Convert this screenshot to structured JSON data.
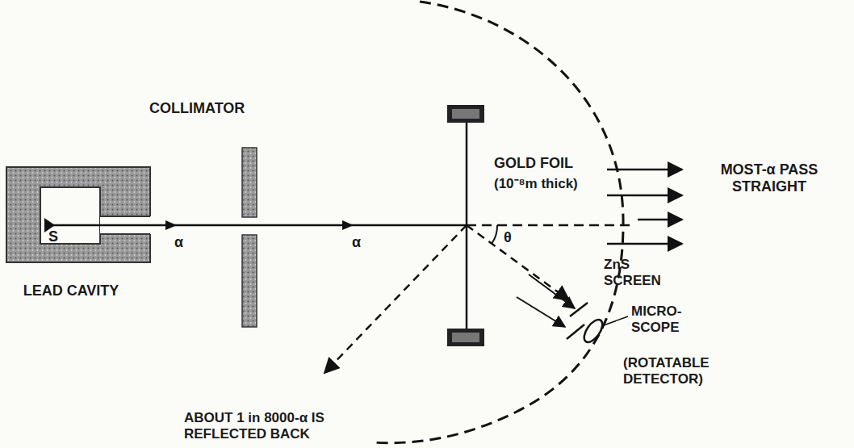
{
  "diagram": {
    "labels": [
      "COLLIMATOR",
      "GOLD FOIL",
      "(10⁻⁸m thick)",
      "MOST-α PASS STRAIGHT",
      "LEAD CAVITY",
      "S",
      "α",
      "α",
      "θ",
      "ZnS SCREEN",
      "MICRO- SCOPE",
      "(ROTATABLE DETECTOR)",
      "ABOUT 1 in 8000-α IS REFLECTED BACK"
    ]
  }
}
